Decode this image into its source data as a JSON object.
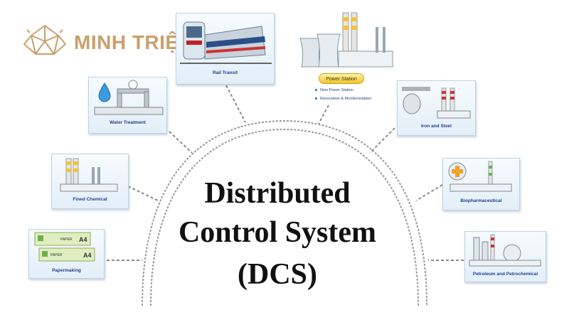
{
  "brand": {
    "name": "MINH TRIỆU"
  },
  "title": {
    "line1": "Distributed",
    "line2": "Control System",
    "line3": "(DCS)"
  },
  "industries": {
    "rail_transit": "Rail Transit",
    "water_treatment": "Water Treatment",
    "fined_chemical": "Fined Chemical",
    "papermaking": "Papermaking",
    "power_station": "Power Station",
    "iron_steel": "Iron and Steel",
    "biopharma": "Biopharmaceutical",
    "petroleum": "Petroleum and Petrochemical"
  },
  "power_station_items": [
    "New Power Station",
    "Renovation & Mondernization"
  ],
  "paper_labels": {
    "brand1": "PAPER",
    "brand2": "PAPER",
    "size": "A4"
  },
  "colors": {
    "brand_gold": "#c9a06b",
    "label_blue": "#1f3f8f",
    "badge_yellow": "#f4c52a",
    "arc_gray": "#9a9a9a"
  }
}
